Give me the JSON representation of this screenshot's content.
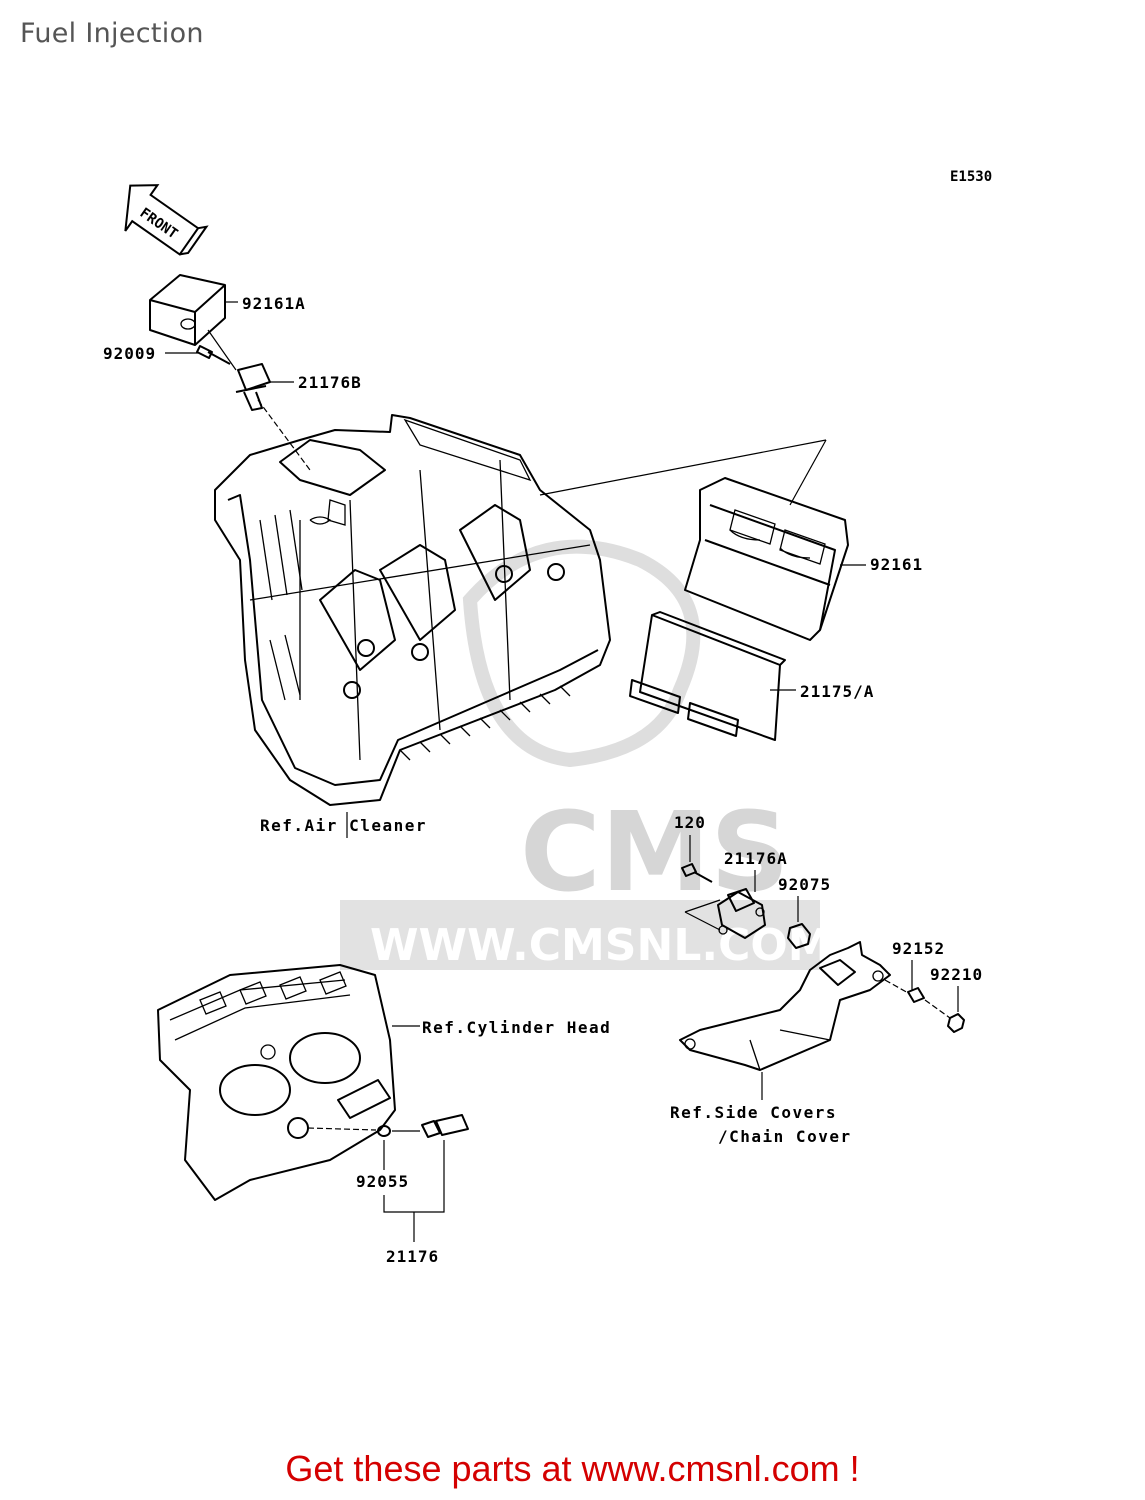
{
  "header": {
    "title": "Fuel Injection"
  },
  "diagram": {
    "code": "E1530",
    "front_label": "FRONT",
    "watermark": {
      "brand": "CMS",
      "url": "WWW.CMSNL.COM"
    },
    "parts": [
      {
        "id": "92161A"
      },
      {
        "id": "92009"
      },
      {
        "id": "21176B"
      },
      {
        "id": "92161"
      },
      {
        "id": "21175/A"
      },
      {
        "id": "120"
      },
      {
        "id": "21176A"
      },
      {
        "id": "92075"
      },
      {
        "id": "92152"
      },
      {
        "id": "92210"
      },
      {
        "id": "92055"
      },
      {
        "id": "21176"
      }
    ],
    "references": {
      "air_cleaner": "Ref.Air Cleaner",
      "cylinder_head": "Ref.Cylinder Head",
      "side_covers_1": "Ref.Side Covers",
      "side_covers_2": "/Chain Cover"
    }
  },
  "footer": {
    "text": "Get these parts at www.cmsnl.com !"
  }
}
